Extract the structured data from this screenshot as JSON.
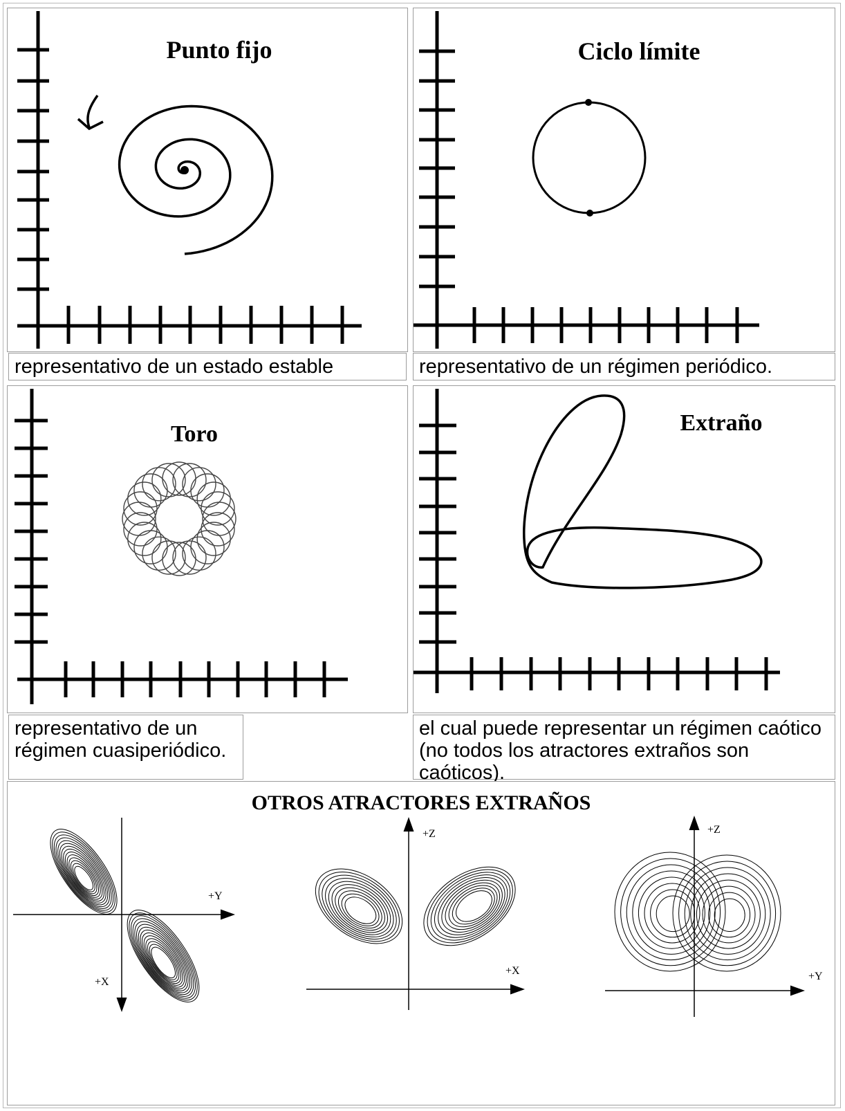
{
  "panels": [
    {
      "title": "Punto fijo",
      "caption": "representativo de un estado estable"
    },
    {
      "title": "Ciclo límite",
      "caption": "representativo de un régimen periódico."
    },
    {
      "title": "Toro",
      "caption": "representativo de un régimen cuasiperiódico."
    },
    {
      "title": "Extraño",
      "caption": "el cual puede representar un régimen caótico (no todos los atractores extraños son caóticos)."
    }
  ],
  "bottom": {
    "title": "OTROS ATRACTORES EXTRAÑOS",
    "attractors": [
      {
        "axes": [
          "+Y",
          "+X"
        ]
      },
      {
        "axes": [
          "+Z",
          "+X"
        ]
      },
      {
        "axes": [
          "+Z",
          "+Y"
        ]
      }
    ]
  }
}
